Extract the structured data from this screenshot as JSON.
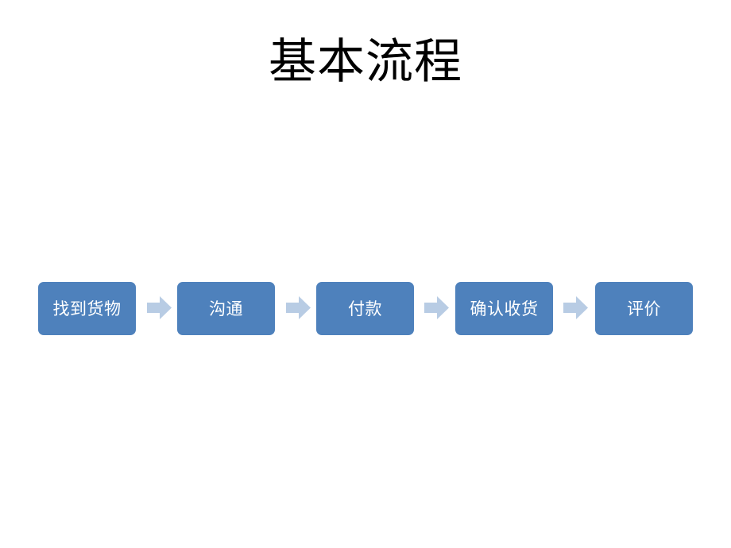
{
  "slide": {
    "title": "基本流程",
    "background_color": "#FFFFFF",
    "title_color": "#000000"
  },
  "flow": {
    "box_fill_color": "#4E81BC",
    "box_text_color": "#FFFFFF",
    "arrow_color": "#B8CCE4",
    "steps": [
      {
        "label": "找到货物"
      },
      {
        "label": "沟通"
      },
      {
        "label": "付款"
      },
      {
        "label": "确认收货"
      },
      {
        "label": "评价"
      }
    ],
    "arrows": [
      {
        "name": "arrow-1"
      },
      {
        "name": "arrow-2"
      },
      {
        "name": "arrow-3"
      },
      {
        "name": "arrow-4"
      }
    ]
  }
}
